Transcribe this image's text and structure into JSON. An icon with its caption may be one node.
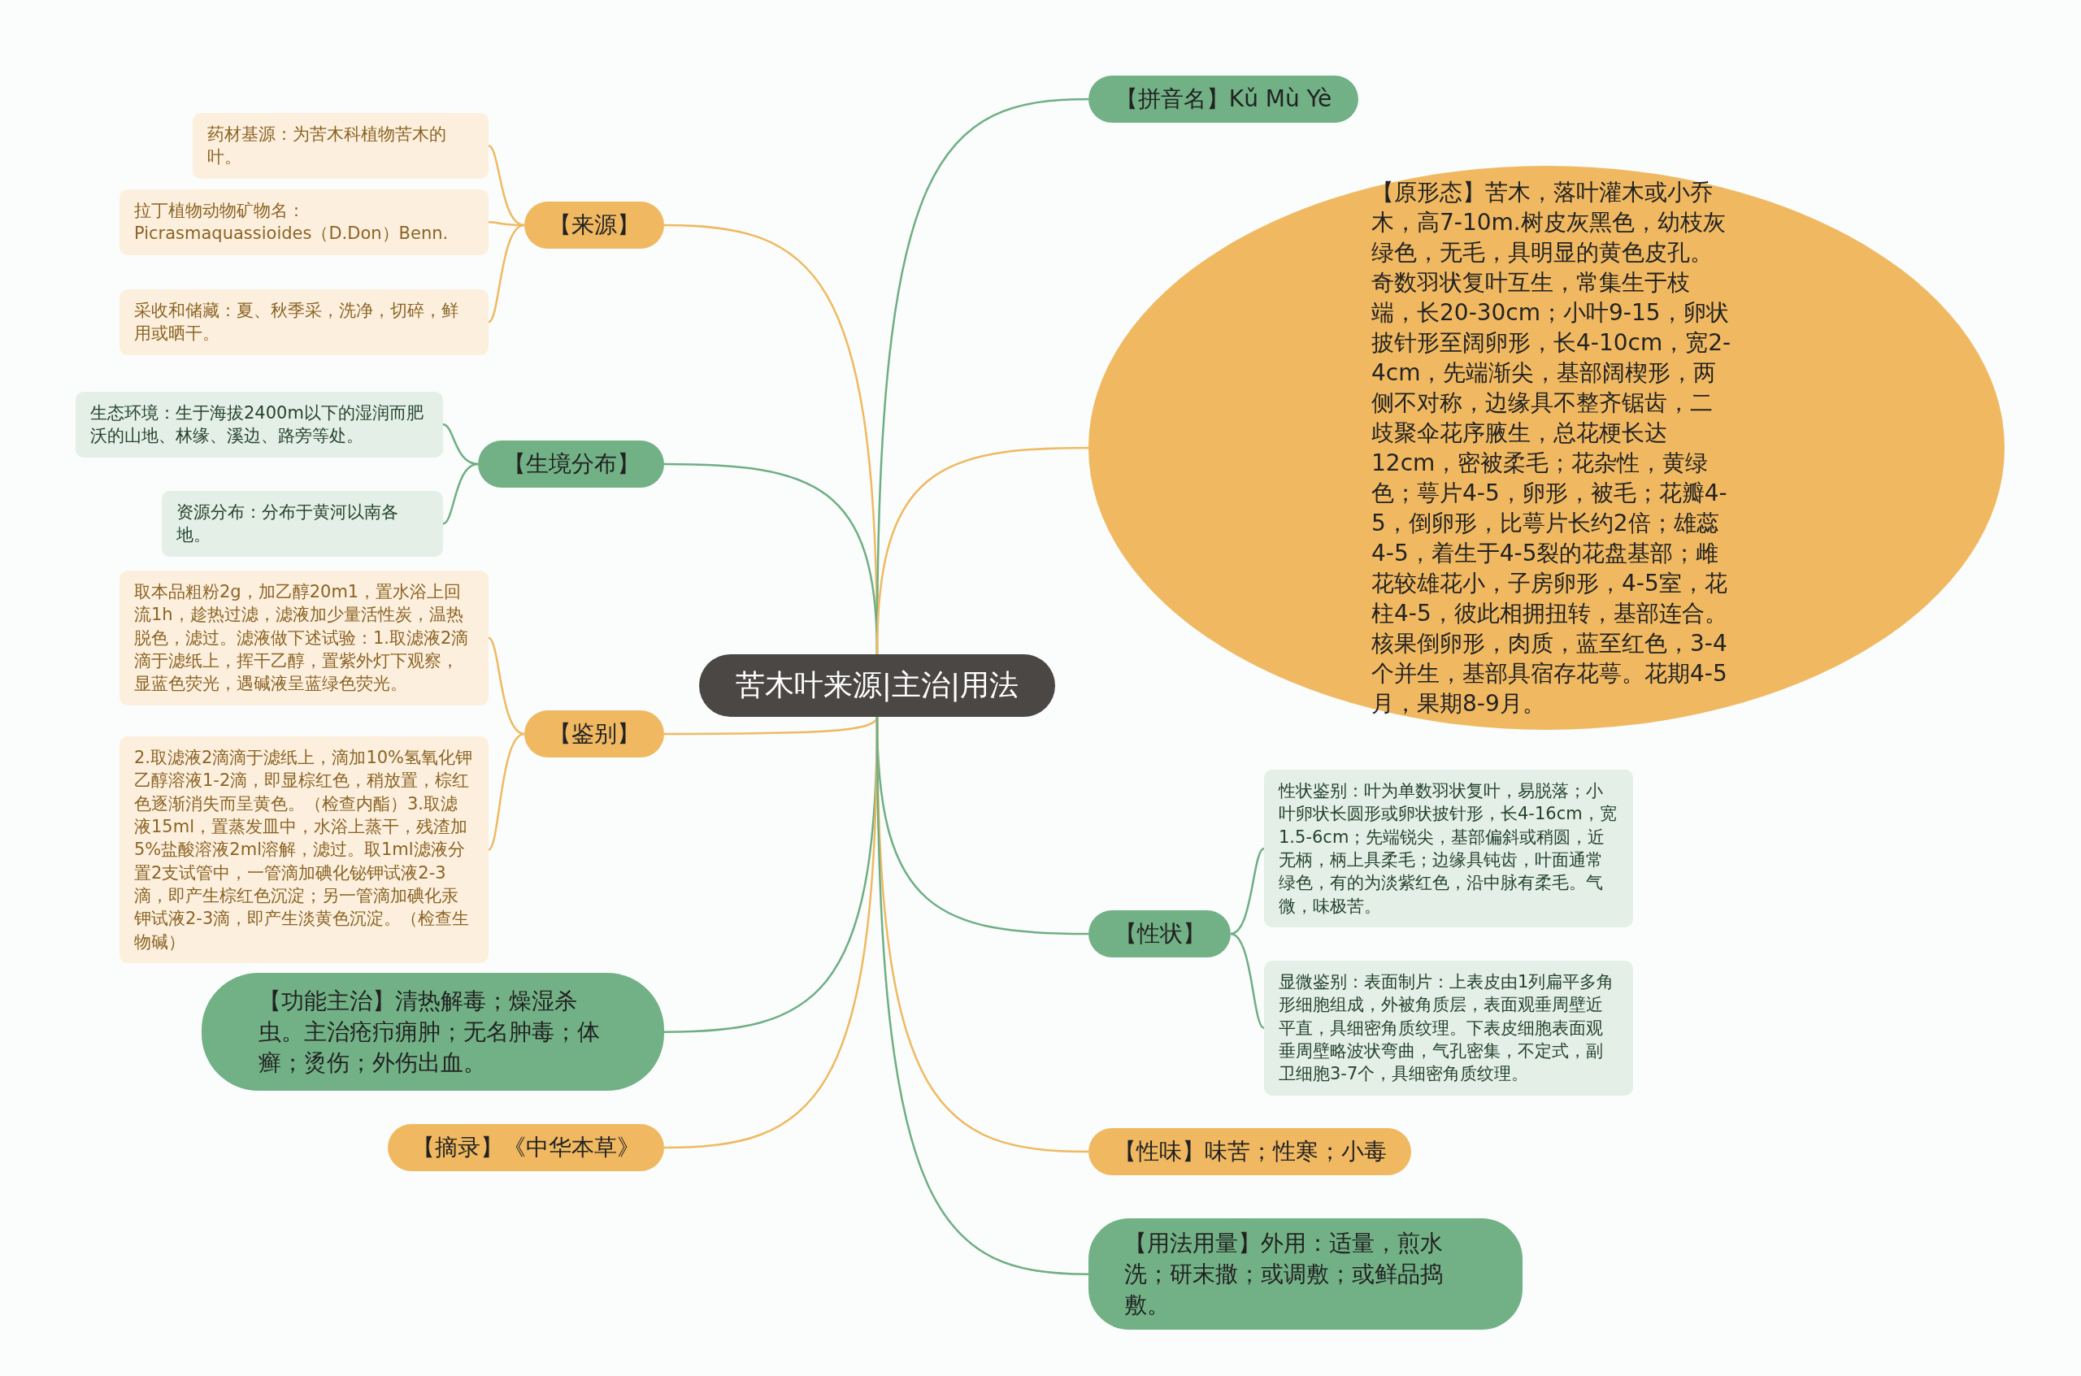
{
  "diagram": {
    "nodes": [
      {
        "text": [
          "苦木叶来源|主治|用法"
        ]
      },
      {
        "text": [
          "【来源】"
        ]
      },
      {
        "text": [
          "药材基源：为苦木科植物苦木的叶。"
        ]
      },
      {
        "text": [
          "拉丁植物动物矿物名：Picrasmaquassioides（D.Don）Benn."
        ]
      },
      {
        "text": [
          "采收和储藏：夏、秋季采，洗净，切碎，鲜用或晒干。"
        ]
      },
      {
        "text": [
          "【生境分布】"
        ]
      },
      {
        "text": [
          "生态环境：生于海拔2400m以下的湿润而肥沃的山地、林缘、溪边、路旁等处。"
        ]
      },
      {
        "text": [
          "资源分布：分布于黄河以南各地。"
        ]
      },
      {
        "text": [
          "【鉴别】"
        ]
      },
      {
        "text": [
          "取本品粗粉2g，加乙醇20m1，置水浴上回流1h，趁热过滤，滤液加少量活性炭，温热脱色，滤过。滤液做下述试验：1.取滤液2滴滴于滤纸上，挥干乙醇，置紫外灯下观察，显蓝色荧光，遇碱液呈蓝绿色荧光。"
        ]
      },
      {
        "text": [
          "2.取滤液2滴滴于滤纸上，滴加10%氢氧化钾乙醇溶液1-2滴，即显棕红色，稍放置，棕红色逐渐消失而呈黄色。（检查内酯）3.取滤液15ml，置蒸发皿中，水浴上蒸干，残渣加5%盐酸溶液2ml溶解，滤过。取1ml滤液分置2支试管中，一管滴加碘化铋钾试液2-3滴，即产生棕红色沉淀；另一管滴加碘化汞钾试液2-3滴，即产生淡黄色沉淀。（检查生物碱）"
        ]
      },
      {
        "text": [
          "【功能主治】清热解毒；燥湿杀虫。主治疮疖痈肿；无名肿毒；体癣；烫伤；外伤出血。"
        ]
      },
      {
        "text": [
          "【摘录】《中华本草》"
        ]
      },
      {
        "text": [
          "【拼音名】Kǔ Mù Yè"
        ]
      },
      {
        "text": [
          "【原形态】苦木，落叶灌木或小乔木，高7-10m.树皮灰黑色，幼枝灰绿色，无毛，具明显的黄色皮孔。奇数羽状复叶互生，常集生于枝端，长20-30cm；小叶9-15，卵状披针形至阔卵形，长4-10cm，宽2-4cm，先端渐尖，基部阔楔形，两侧不对称，边缘具不整齐锯齿，二歧聚伞花序腋生，总花梗长达12cm，密被柔毛；花杂性，黄绿色；萼片4-5，卵形，被毛；花瓣4-5，倒卵形，比萼片长约2倍；雄蕊4-5，着生于4-5裂的花盘基部；雌花较雄花小，子房卵形，4-5室，花柱4-5，彼此相拥扭转，基部连合。核果倒卵形，肉质，蓝至红色，3-4个并生，基部具宿存花萼。花期4-5月，果期8-9月。"
        ]
      },
      {
        "text": [
          "【性状】"
        ]
      },
      {
        "text": [
          "性状鉴别：叶为单数羽状复叶，易脱落；小叶卵状长圆形或卵状披针形，长4-16cm，宽1.5-6cm；先端锐尖，基部偏斜或稍圆，近无柄，柄上具柔毛；边缘具钝齿，叶面通常绿色，有的为淡紫红色，沿中脉有柔毛。气微，味极苦。"
        ]
      },
      {
        "text": [
          "显微鉴别：表面制片：上表皮由1列扁平多角形细胞组成，外被角质层，表面观垂周壁近平直，具细密角质纹理。下表皮细胞表面观垂周壁略波状弯曲，气孔密集，不定式，副卫细胞3-7个，具细密角质纹理。"
        ]
      },
      {
        "text": [
          "【性味】味苦；性寒；小毒"
        ]
      },
      {
        "text": [
          "【用法用量】外用：适量，煎水洗；研末撒；或调敷；或鲜品捣敷。"
        ]
      }
    ],
    "edges": [
      {
        "from": 0,
        "to": 1,
        "arrow": "none"
      },
      {
        "from": 1,
        "to": 2,
        "arrow": "none"
      },
      {
        "from": 1,
        "to": 3,
        "arrow": "none"
      },
      {
        "from": 1,
        "to": 4,
        "arrow": "none"
      },
      {
        "from": 0,
        "to": 5,
        "arrow": "none",
        "color": "#6fae84"
      },
      {
        "from": 5,
        "to": 6,
        "arrow": "none",
        "color": "#6fae84"
      },
      {
        "from": 5,
        "to": 7,
        "arrow": "none",
        "color": "#6fae84"
      },
      {
        "from": 0,
        "to": 8,
        "arrow": "none"
      },
      {
        "from": 8,
        "to": 9,
        "arrow": "none"
      },
      {
        "from": 8,
        "to": 10,
        "arrow": "none"
      },
      {
        "from": 0,
        "to": 11,
        "arrow": "none",
        "color": "#6fae84"
      },
      {
        "from": 0,
        "to": 12,
        "arrow": "none"
      },
      {
        "from": 0,
        "to": 13,
        "arrow": "none",
        "color": "#6fae84"
      },
      {
        "from": 0,
        "to": 14,
        "arrow": "none"
      },
      {
        "from": 0,
        "to": 15,
        "arrow": "none",
        "color": "#6fae84"
      },
      {
        "from": 15,
        "to": 16,
        "arrow": "none",
        "color": "#6fae84"
      },
      {
        "from": 15,
        "to": 17,
        "arrow": "none",
        "color": "#6fae84"
      },
      {
        "from": 0,
        "to": 18,
        "arrow": "none"
      },
      {
        "from": 0,
        "to": 19,
        "arrow": "none",
        "color": "#6fae84"
      }
    ]
  }
}
